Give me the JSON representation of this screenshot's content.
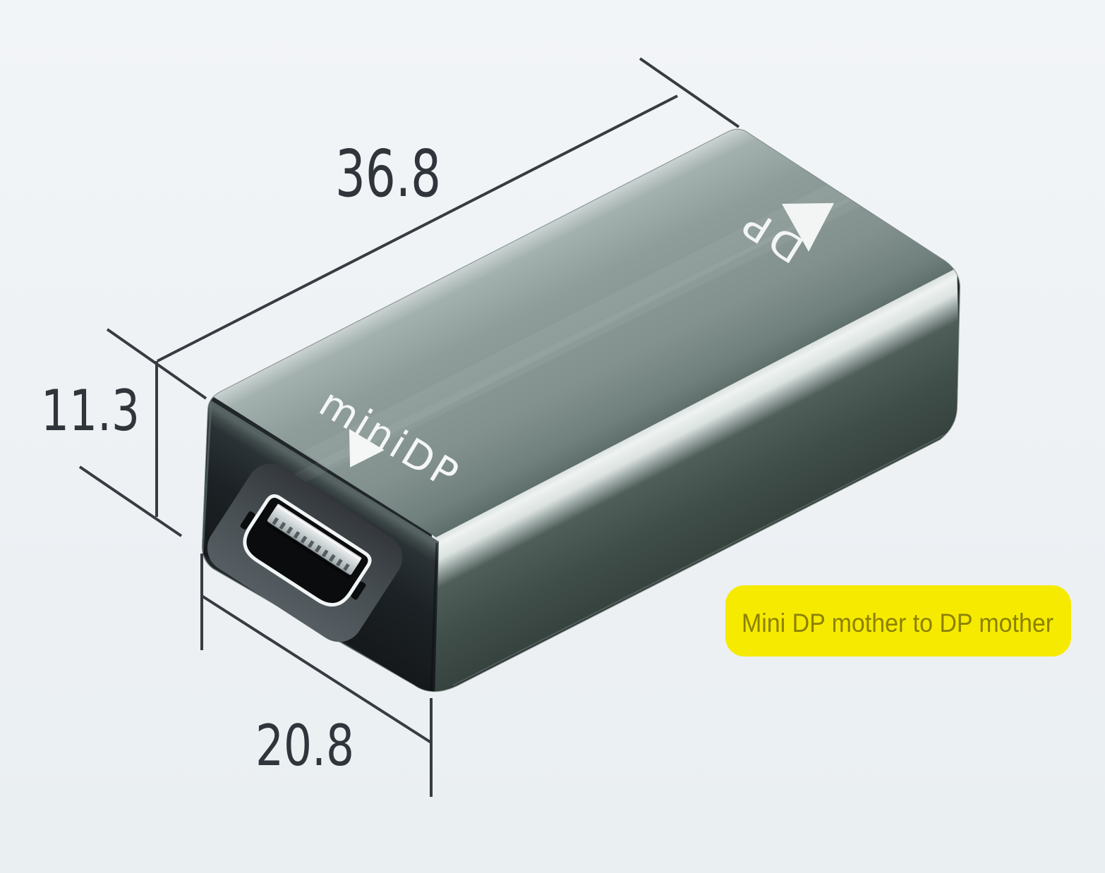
{
  "scene": {
    "type": "product-dimension-photo",
    "background_color": "#eef2f5",
    "annotations": {
      "length_label": "36.8",
      "height_label": "11.3",
      "depth_label": "20.8",
      "line_color": "#363c41",
      "text_color": "#2f353b"
    },
    "device": {
      "top_label": "miniDP",
      "end_label": "DP",
      "label_color": "#f4f7f6",
      "top_face_color": "#8e9d9a",
      "side_face_color": "#3f4d49",
      "front_face_color": "#1a1f23",
      "port_bezel_color": "#464d52",
      "port_tongue_color": "#c9d0d2"
    },
    "badge": {
      "text": "Mini DP mother to DP mother",
      "bg_color": "#f6eb00",
      "text_color": "#8c8100"
    }
  }
}
